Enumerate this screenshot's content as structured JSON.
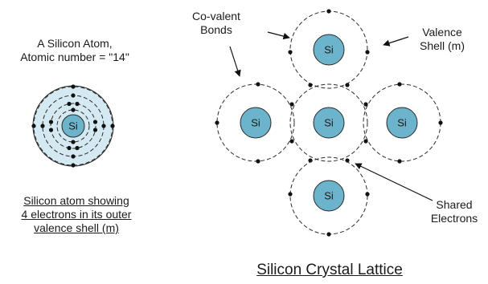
{
  "atom": {
    "title_line1": "A Silicon Atom,",
    "title_line2": "Atomic number = \"14\"",
    "core_label": "Si",
    "caption_line1": "Silicon atom showing",
    "caption_line2": "4 electrons in its outer",
    "caption_line3": "valence shell (m)"
  },
  "lattice": {
    "title": "Silicon Crystal Lattice",
    "atom_label": "Si",
    "labels": {
      "covalent_line1": "Co-valent",
      "covalent_line2": "Bonds",
      "valence_line1": "Valence",
      "valence_line2": "Shell (m)",
      "shared_line1": "Shared",
      "shared_line2": "Electrons"
    }
  },
  "colors": {
    "si_core": "#6cb4cc",
    "atom_halo": "#d4e9f1",
    "line": "#2a2a2a"
  }
}
